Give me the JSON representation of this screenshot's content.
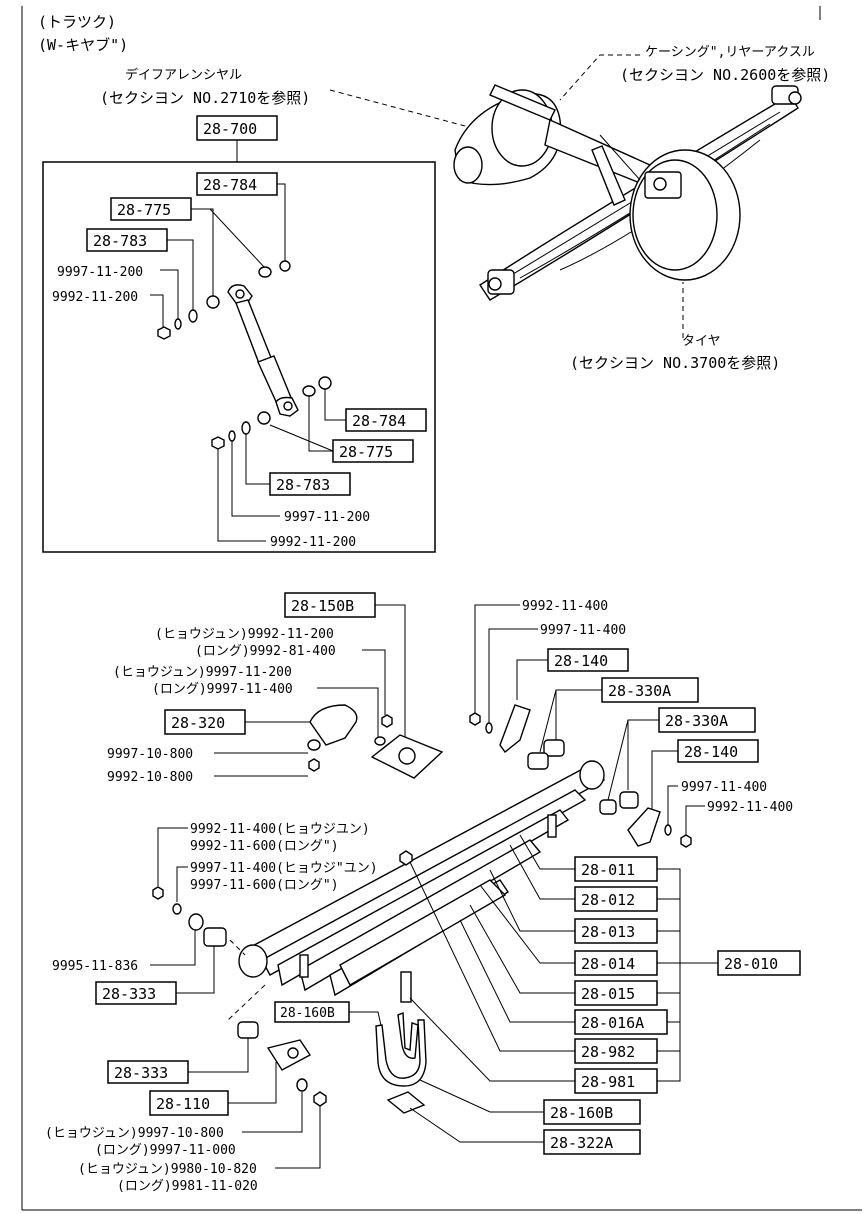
{
  "header": {
    "line1": "(トラツク)",
    "line2": "(W-キヤブ\")"
  },
  "refs": {
    "differential": {
      "name": "デイフアレンシヤル",
      "sec": "(セクシヨン NO.2710を参照)"
    },
    "axle": {
      "name": "ケーシング\",リヤーアクスル",
      "sec": "(セクシヨン NO.2600を参照)"
    },
    "tire": {
      "name": "タイヤ",
      "sec": "(セクシヨン NO.3700を参照)"
    }
  },
  "shock": {
    "assembly": "28-700",
    "upper": {
      "washer_a": "28-784",
      "bush_b": "28-775",
      "bush_c": "28-783",
      "washer": "9997-11-200",
      "nut": "9992-11-200"
    },
    "lower": {
      "washer_a": "28-784",
      "bush_b": "28-775",
      "bush_c": "28-783",
      "washer": "9997-11-200",
      "nut": "9992-11-200"
    }
  },
  "spring": {
    "assembly": "28-010",
    "leaves": [
      "28-011",
      "28-012",
      "28-013",
      "28-014",
      "28-015",
      "28-016A",
      "28-982",
      "28-981"
    ],
    "bracket": "28-150B",
    "seat_nut": {
      "std": "(ヒョウジュン)9992-11-200",
      "long": "(ロング)9992-81-400"
    },
    "seat_washer": {
      "std": "(ヒョウジュン)9997-11-200",
      "long": "(ロング)9997-11-400"
    },
    "bumper": "28-320",
    "bumper_washer": "9997-10-800",
    "bumper_nut": "9992-10-800",
    "shackle_nut_top": "9992-11-400",
    "shackle_washer_top": "9997-11-400",
    "shackle_a": "28-140",
    "bush_a": "28-330A",
    "bush_b": "28-330A",
    "shackle_b": "28-140",
    "shackle_washer_r": "9997-11-400",
    "shackle_nut_r": "9992-11-400",
    "front_nut": {
      "std": "9992-11-400(ヒョウジユン)",
      "long": "9992-11-600(ロング\")"
    },
    "front_washer": {
      "std": "9997-11-400(ヒョウジ\"ユン)",
      "long": "9997-11-600(ロング\")"
    },
    "front_washer2": "9995-11-836",
    "front_bush": "28-333",
    "front_bush2": "28-333",
    "pin": "28-110",
    "pin_washer": {
      "std": "(ヒョウジュン)9997-10-800",
      "long": "(ロング)9997-11-000"
    },
    "pin_bolt": {
      "std": "(ヒョウジュン)9980-10-820",
      "long": "(ロング)9981-11-020"
    },
    "ubolt_left": "28-160B",
    "ubolt_right": "28-160B",
    "plate": "28-322A"
  }
}
